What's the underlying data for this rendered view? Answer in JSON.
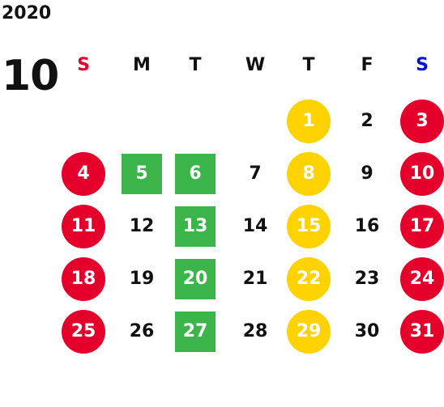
{
  "header": {
    "year": "2020",
    "month": "10"
  },
  "colors": {
    "weekend": "#e4002b",
    "sunday_label": "#e4002b",
    "saturday_label": "#0015d4",
    "holiday": "#ffd200",
    "closed": "#3bb54a",
    "text": "#111111"
  },
  "weekdays": [
    "S",
    "M",
    "T",
    "W",
    "T",
    "F",
    "S"
  ],
  "legend_types": {
    "weekend": "red-circle",
    "holiday": "yellow-circle",
    "closed": "green-square",
    "normal": "plain"
  },
  "weeks": [
    [
      {
        "day": "",
        "type": "empty"
      },
      {
        "day": "",
        "type": "empty"
      },
      {
        "day": "",
        "type": "empty"
      },
      {
        "day": "",
        "type": "empty"
      },
      {
        "day": "1",
        "type": "holiday"
      },
      {
        "day": "2",
        "type": "normal"
      },
      {
        "day": "3",
        "type": "weekend"
      }
    ],
    [
      {
        "day": "4",
        "type": "weekend"
      },
      {
        "day": "5",
        "type": "closed"
      },
      {
        "day": "6",
        "type": "closed"
      },
      {
        "day": "7",
        "type": "normal"
      },
      {
        "day": "8",
        "type": "holiday"
      },
      {
        "day": "9",
        "type": "normal"
      },
      {
        "day": "10",
        "type": "weekend"
      }
    ],
    [
      {
        "day": "11",
        "type": "weekend"
      },
      {
        "day": "12",
        "type": "normal"
      },
      {
        "day": "13",
        "type": "closed"
      },
      {
        "day": "14",
        "type": "normal"
      },
      {
        "day": "15",
        "type": "holiday"
      },
      {
        "day": "16",
        "type": "normal"
      },
      {
        "day": "17",
        "type": "weekend"
      }
    ],
    [
      {
        "day": "18",
        "type": "weekend"
      },
      {
        "day": "19",
        "type": "normal"
      },
      {
        "day": "20",
        "type": "closed"
      },
      {
        "day": "21",
        "type": "normal"
      },
      {
        "day": "22",
        "type": "holiday"
      },
      {
        "day": "23",
        "type": "normal"
      },
      {
        "day": "24",
        "type": "weekend"
      }
    ],
    [
      {
        "day": "25",
        "type": "weekend"
      },
      {
        "day": "26",
        "type": "normal"
      },
      {
        "day": "27",
        "type": "closed"
      },
      {
        "day": "28",
        "type": "normal"
      },
      {
        "day": "29",
        "type": "holiday"
      },
      {
        "day": "30",
        "type": "normal"
      },
      {
        "day": "31",
        "type": "weekend"
      }
    ]
  ]
}
